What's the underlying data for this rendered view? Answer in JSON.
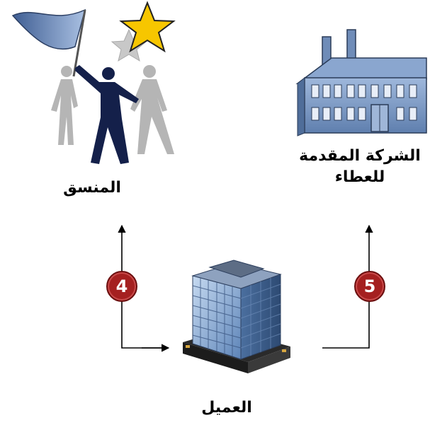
{
  "nodes": {
    "coordinator": {
      "label": "المنسق",
      "icon": "coordinator-team-flag-star-icon"
    },
    "provider": {
      "label": "الشركة المقدمة للعطاء",
      "icon": "factory-icon"
    },
    "client": {
      "label": "العميل",
      "icon": "office-building-icon"
    }
  },
  "steps": [
    {
      "number": "4",
      "from": "client",
      "to": "coordinator"
    },
    {
      "number": "5",
      "from": "client",
      "to": "provider"
    }
  ],
  "colors": {
    "badge_fill": "#a52020",
    "arrow": "#000000",
    "factory": "#7f9cc4",
    "flag": "#5b7fb5",
    "star": "#f5c400"
  }
}
